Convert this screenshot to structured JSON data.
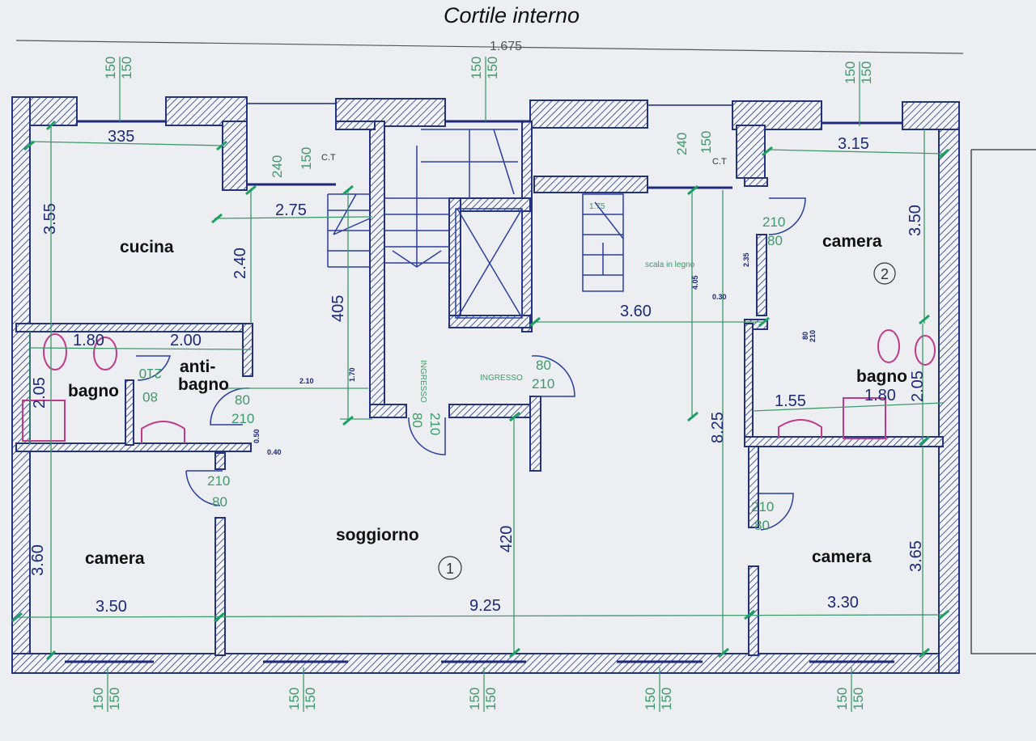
{
  "title": "Cortile interno",
  "overall_width": "1.675",
  "window_dims": {
    "a": "150",
    "b": "150"
  },
  "rooms": {
    "cucina": "cucina",
    "bagno_left": "bagno",
    "antibagno_1": "anti-",
    "antibagno_2": "bagno",
    "soggiorno": "soggiorno",
    "camera_left": "camera",
    "camera_right_top": "camera",
    "camera_right_bottom": "camera",
    "bagno_right": "bagno",
    "ct_left": "C.T",
    "ct_right": "C.T",
    "ingresso_vertical": "INGRESSO",
    "ingresso": "INGRESSO",
    "scala": "scala in legno"
  },
  "unit_numbers": {
    "unit1": "1",
    "unit2": "2"
  },
  "dimensions": {
    "d335": "335",
    "d355": "3.55",
    "d240": "2.40",
    "d275": "2.75",
    "d405": "405",
    "d180a": "1.80",
    "d200": "2.00",
    "d205a": "2.05",
    "d210": "2.10",
    "d170": "1.70",
    "d050": "0.50",
    "d040": "0.40",
    "d360a": "3.60",
    "d350a": "3.50",
    "d925": "9.25",
    "d420": "420",
    "d825": "8.25",
    "d360b": "3.60",
    "d405b": "4.05",
    "d235": "2.35",
    "d030": "0.30",
    "d175": "1.75",
    "d315": "3.15",
    "d350b": "3.50",
    "d155": "1.55",
    "d180b": "1.80",
    "d205b": "2.05",
    "d365": "3.65",
    "d330": "3.30",
    "h240a": "240",
    "h150a": "150",
    "h240b": "240",
    "h150b": "150"
  },
  "doors": {
    "w80": "80",
    "h210": "210"
  }
}
